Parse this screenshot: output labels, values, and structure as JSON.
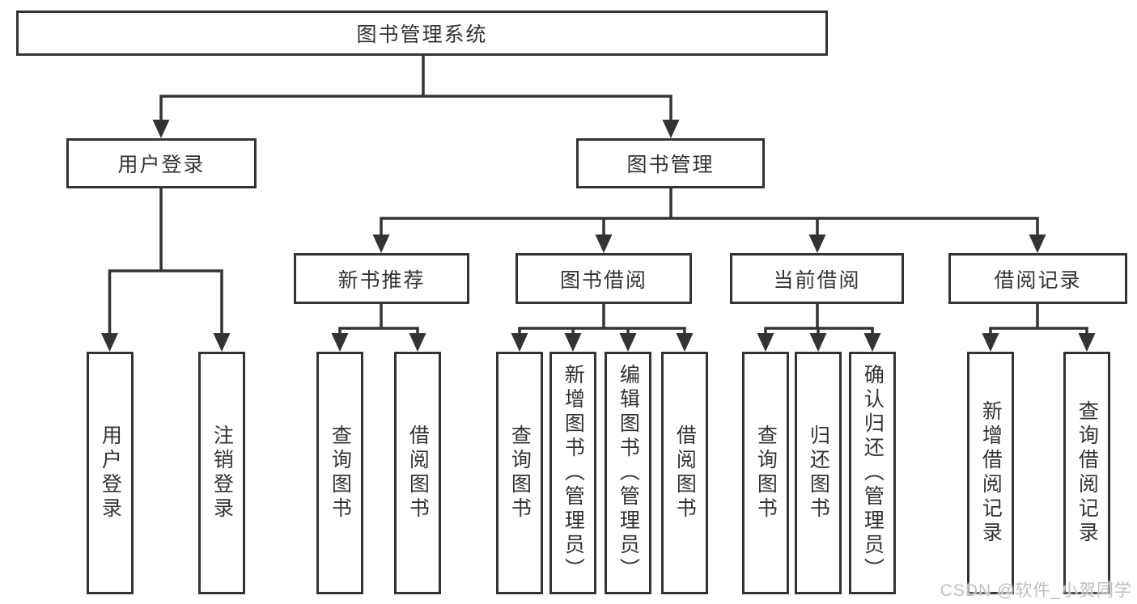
{
  "root": {
    "label": "图书管理系统"
  },
  "user_login": {
    "label": "用户登录",
    "children": [
      {
        "label": "用户登录"
      },
      {
        "label": "注销登录"
      }
    ]
  },
  "book_mgmt": {
    "label": "图书管理",
    "sections": [
      {
        "label": "新书推荐",
        "children": [
          {
            "label": "查询图书"
          },
          {
            "label": "借阅图书"
          }
        ]
      },
      {
        "label": "图书借阅",
        "children": [
          {
            "label": "查询图书"
          },
          {
            "label": "新增图书（管理员）"
          },
          {
            "label": "编辑图书（管理员）"
          },
          {
            "label": "借阅图书"
          }
        ]
      },
      {
        "label": "当前借阅",
        "children": [
          {
            "label": "查询图书"
          },
          {
            "label": "归还图书"
          },
          {
            "label": "确认归还（管理员）"
          }
        ]
      },
      {
        "label": "借阅记录",
        "children": [
          {
            "label": "新增借阅记录"
          },
          {
            "label": "查询借阅记录"
          }
        ]
      }
    ]
  },
  "watermark": {
    "text": "CSDN @软件_小贺同学"
  },
  "colors": {
    "line": "#333333",
    "text": "#333333",
    "box_background": "#ffffff",
    "watermark": "#bcc0c3"
  }
}
